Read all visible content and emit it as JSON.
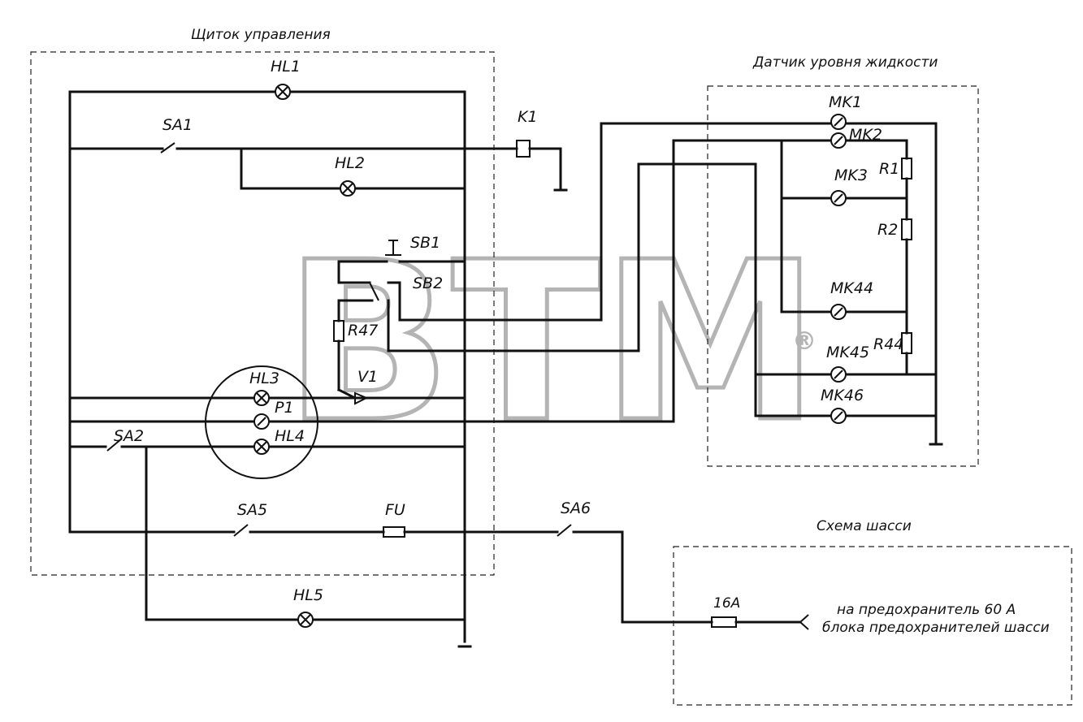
{
  "blocks": {
    "control_panel": "Щиток управления",
    "level_sensor": "Датчик уровня жидкости",
    "chassis": "Схема шасси"
  },
  "labels": {
    "HL1": "HL1",
    "HL2": "HL2",
    "HL3": "HL3",
    "HL4": "HL4",
    "HL5": "HL5",
    "SA1": "SA1",
    "SA2": "SA2",
    "SA5": "SA5",
    "SA6": "SA6",
    "SB1": "SB1",
    "SB2": "SB2",
    "K1": "K1",
    "R47": "R47",
    "V1": "V1",
    "P1": "P1",
    "FU": "FU",
    "MK1": "MK1",
    "MK2": "MK2",
    "MK3": "MK3",
    "MK44": "MK44",
    "MK45": "MK45",
    "MK46": "MK46",
    "R1": "R1",
    "R2": "R2",
    "R44": "R44",
    "fuse16": "16A"
  },
  "chassis_note": {
    "line1": "на предохранитель 60 А",
    "line2": "блока предохранителей шасси"
  },
  "watermark": {
    "text": "BTM",
    "mark": "®"
  }
}
